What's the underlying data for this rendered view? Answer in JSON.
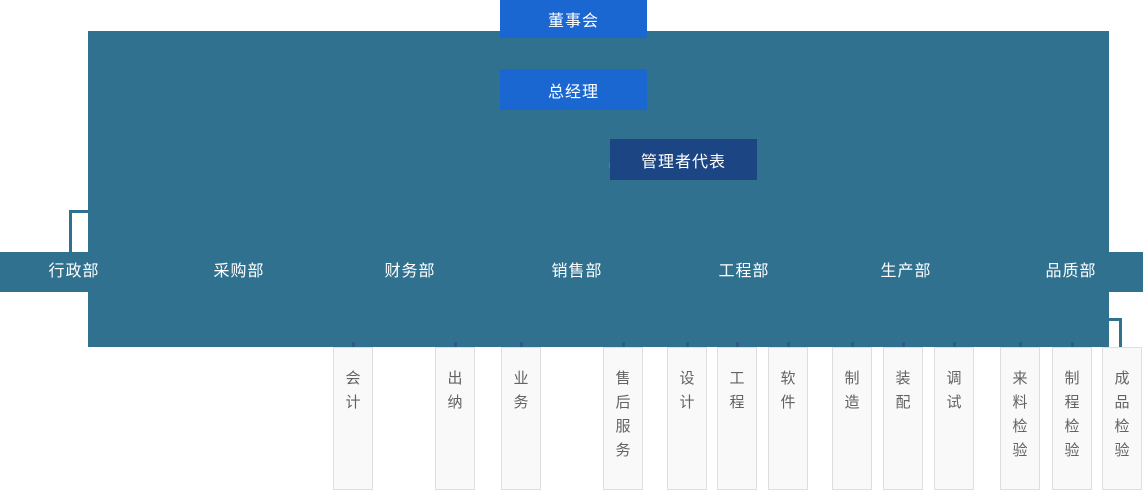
{
  "colors": {
    "backdrop_teal": "#30718F",
    "node_blue": "#1B67D2",
    "node_navy": "#1C4584",
    "team_box_bg": "#F8F9F8",
    "team_box_border": "#DEDEDE",
    "team_text": "#636363",
    "node_text": "#FFFFFF"
  },
  "nodes": {
    "board": {
      "label": "董事会"
    },
    "general_manager": {
      "label": "总经理"
    },
    "management_rep": {
      "label": "管理者代表"
    }
  },
  "departments": [
    {
      "label": "行政部"
    },
    {
      "label": "采购部"
    },
    {
      "label": "财务部"
    },
    {
      "label": "销售部"
    },
    {
      "label": "工程部"
    },
    {
      "label": "生产部"
    },
    {
      "label": "品质部"
    }
  ],
  "teams": [
    {
      "label": "会计"
    },
    {
      "label": "出纳"
    },
    {
      "label": "业务"
    },
    {
      "label": "售后服务"
    },
    {
      "label": "设计"
    },
    {
      "label": "工程"
    },
    {
      "label": "软件"
    },
    {
      "label": "制造"
    },
    {
      "label": "装配"
    },
    {
      "label": "调试"
    },
    {
      "label": "来料检验"
    },
    {
      "label": "制程检验"
    },
    {
      "label": "成品检验"
    }
  ]
}
